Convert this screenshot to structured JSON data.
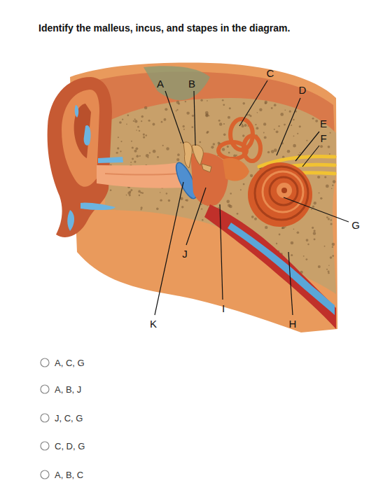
{
  "diagram": {
    "title": "Identify the malleus, incus, and stapes in the diagram.",
    "labels": [
      "A",
      "B",
      "C",
      "D",
      "E",
      "F",
      "G",
      "J",
      "I",
      "K",
      "H",
      "A, C, G",
      "A, B, J",
      "J, C, G",
      "C, D, G",
      "A, B, C"
    ]
  }
}
